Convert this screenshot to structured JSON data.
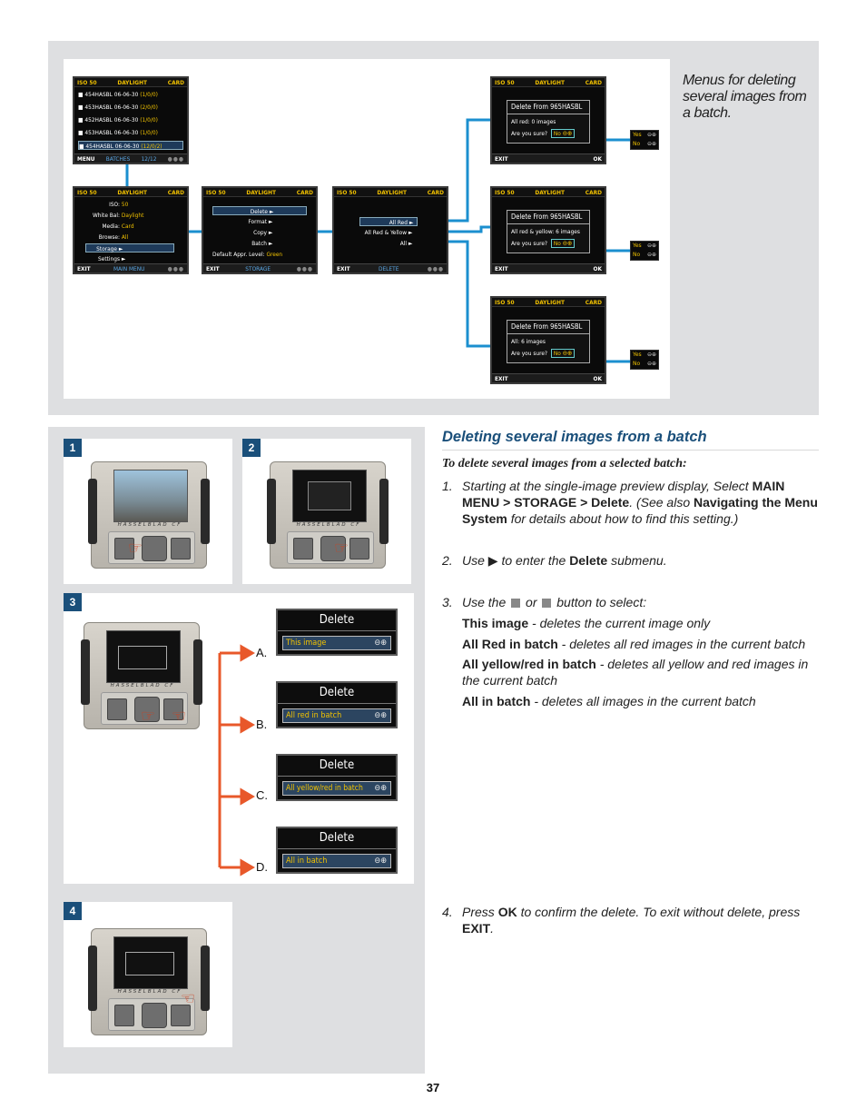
{
  "top_caption": "Menus for deleting several images from a batch.",
  "lcd": {
    "iso": "ISO 50",
    "wb": "DAYLIGHT",
    "card": "CARD",
    "exit": "EXIT",
    "ok": "OK",
    "menu": "MENU"
  },
  "batches_screen": {
    "rows": [
      "454HASBL 06-06-30",
      "453HASBL 06-06-30",
      "452HASBL 06-06-30",
      "453HASBL 06-06-30",
      "454HASBL 06-06-30"
    ],
    "counts": [
      "(1/0/0)",
      "(2/0/0)",
      "(1/0/0)",
      "(1/0/0)",
      "(12/0/2)"
    ],
    "caption": "BATCHES",
    "page": "12/12"
  },
  "main_menu": {
    "labels": [
      "ISO:",
      "White Bal:",
      "Media:",
      "Browse:",
      "Storage",
      "Settings"
    ],
    "values": [
      "50",
      "Daylight",
      "Card",
      "All",
      "",
      ""
    ],
    "caption": "MAIN MENU"
  },
  "storage_menu": {
    "items": [
      "Delete",
      "Format",
      "Copy",
      "Batch"
    ],
    "default_label": "Default Appr. Level:",
    "default_value": "Green",
    "caption": "STORAGE"
  },
  "delete_menu": {
    "items": [
      "All Red",
      "All Red & Yellow",
      "All"
    ],
    "caption": "DELETE"
  },
  "confirm_dialogs": [
    {
      "title": "Delete From 965HASBL",
      "line1": "All red: 0 images",
      "line2": "Are you sure?",
      "no": "No"
    },
    {
      "title": "Delete From 965HASBL",
      "line1": "All red & yellow: 6 images",
      "line2": "Are you sure?",
      "no": "No"
    },
    {
      "title": "Delete From 965HASBL",
      "line1": "All: 6 images",
      "line2": "Are you sure?",
      "no": "No"
    }
  ],
  "yes_no": {
    "yes": "Yes",
    "no": "No"
  },
  "camera": {
    "brand": "HASSELBLAD CF"
  },
  "steps": {
    "one": "1",
    "two": "2",
    "three": "3",
    "four": "4",
    "a": "A.",
    "b": "B.",
    "c": "C.",
    "d": "D."
  },
  "delete_samples": {
    "title": "Delete",
    "options": [
      "This image",
      "All red in batch",
      "All yellow/red in batch",
      "All in batch"
    ]
  },
  "section": {
    "heading": "Deleting several images from a batch",
    "subheading": "To delete several images from a selected batch:",
    "step1": {
      "num": "1.",
      "a": "Starting at the single-image preview display, Select ",
      "b": "MAIN MENU",
      "c": " > ",
      "d": "STORAGE",
      "e": " > ",
      "f": "Delete",
      "g": ". (See also ",
      "h": "Navigating the Menu System",
      "i": " for details about how to find this setting.)"
    },
    "step2": {
      "num": "2.",
      "a": "Use ",
      "b": " to enter the ",
      "c": "Delete",
      "d": " submenu."
    },
    "step3": {
      "num": "3.",
      "a": "Use the ",
      "b": " or ",
      "c": " button to select:"
    },
    "options": [
      {
        "name": "This image",
        "desc": " - deletes the current image only"
      },
      {
        "name": "All Red in batch",
        "desc": " - deletes all red images in the current batch"
      },
      {
        "name": "All yellow/red in batch",
        "desc": " - deletes all yellow and red images in the current batch"
      },
      {
        "name": "All in batch",
        "desc": " - deletes all images in the current batch"
      }
    ],
    "step4": {
      "num": "4.",
      "a": "Press ",
      "b": "OK",
      "c": " to confirm the delete. To exit without delete, press ",
      "d": "EXIT",
      "e": "."
    }
  },
  "page_number": "37",
  "colors": {
    "connector_blue": "#1b8fcf",
    "arrow_orange": "#e8582a",
    "panel_grey": "#dedfe1",
    "heading_blue": "#1a4f7a"
  }
}
